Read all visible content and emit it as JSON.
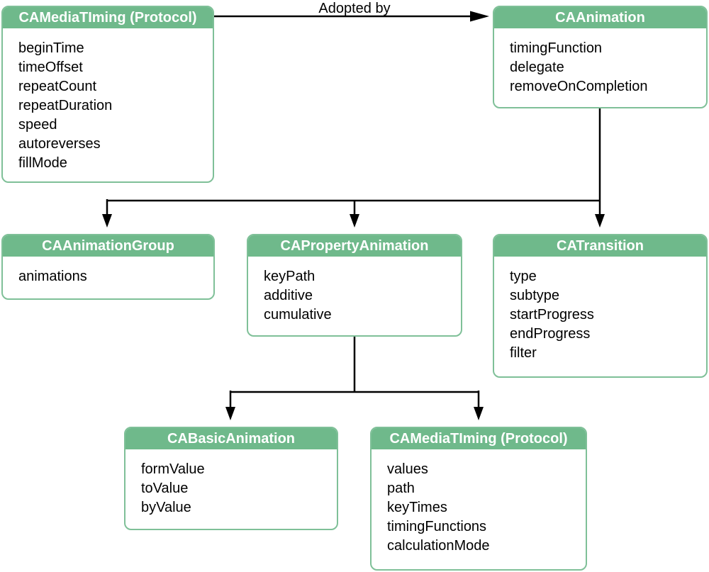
{
  "diagram": {
    "arrow_label": "Adopted by",
    "colors": {
      "header_green": "#6fb98b",
      "border_green": "#7fc098",
      "connector_black": "#000000",
      "title_white": "#ffffff"
    },
    "boxes": [
      {
        "id": "camediatiming-protocol-top",
        "title": "CAMediaTIming (Protocol)",
        "props": [
          "beginTime",
          "timeOffset",
          "repeatCount",
          "repeatDuration",
          "speed",
          "autoreverses",
          "fillMode"
        ]
      },
      {
        "id": "caanimation",
        "title": "CAAnimation",
        "props": [
          "timingFunction",
          "delegate",
          "removeOnCompletion"
        ]
      },
      {
        "id": "caanimationgroup",
        "title": "CAAnimationGroup",
        "props": [
          "animations"
        ]
      },
      {
        "id": "capropertyanimation",
        "title": "CAPropertyAnimation",
        "props": [
          "keyPath",
          "additive",
          "cumulative"
        ]
      },
      {
        "id": "catransition",
        "title": "CATransition",
        "props": [
          "type",
          "subtype",
          "startProgress",
          "endProgress",
          "filter"
        ]
      },
      {
        "id": "cabasicanimation",
        "title": "CABasicAnimation",
        "props": [
          "formValue",
          "toValue",
          "byValue"
        ]
      },
      {
        "id": "camediatiming-protocol-bottom",
        "title": "CAMediaTIming (Protocol)",
        "props": [
          "values",
          "path",
          "keyTimes",
          "timingFunctions",
          "calculationMode"
        ]
      }
    ],
    "relationships": [
      {
        "from": "CAMediaTIming (Protocol)",
        "to": "CAAnimation",
        "label": "Adopted by"
      },
      {
        "from": "CAAnimation",
        "to": "CAAnimationGroup"
      },
      {
        "from": "CAAnimation",
        "to": "CAPropertyAnimation"
      },
      {
        "from": "CAAnimation",
        "to": "CATransition"
      },
      {
        "from": "CAPropertyAnimation",
        "to": "CABasicAnimation"
      },
      {
        "from": "CAPropertyAnimation",
        "to": "CAMediaTIming (Protocol)"
      }
    ]
  }
}
